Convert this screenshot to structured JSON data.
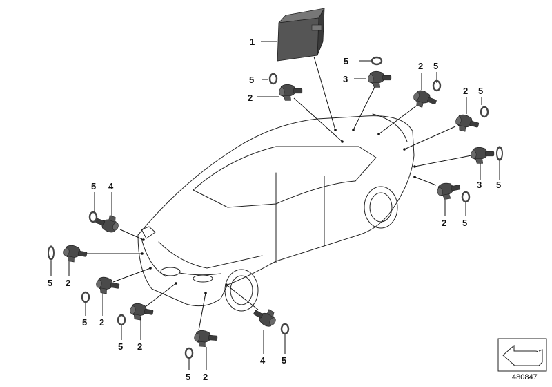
{
  "diagram": {
    "id_number": "480847",
    "callouts": [
      "1",
      "5",
      "3",
      "5",
      "2",
      "2",
      "5",
      "2",
      "5",
      "3",
      "5",
      "2",
      "5",
      "5",
      "4",
      "5",
      "2",
      "5",
      "2",
      "5",
      "2",
      "5",
      "2",
      "4",
      "5"
    ],
    "icons": {
      "control_unit": "control-unit-icon",
      "sensor": "pdc-sensor-icon",
      "ring": "sealing-ring-icon",
      "reference": "direction-arrow-icon"
    },
    "colors": {
      "part": "#4a4a4a",
      "line": "#111111"
    }
  }
}
